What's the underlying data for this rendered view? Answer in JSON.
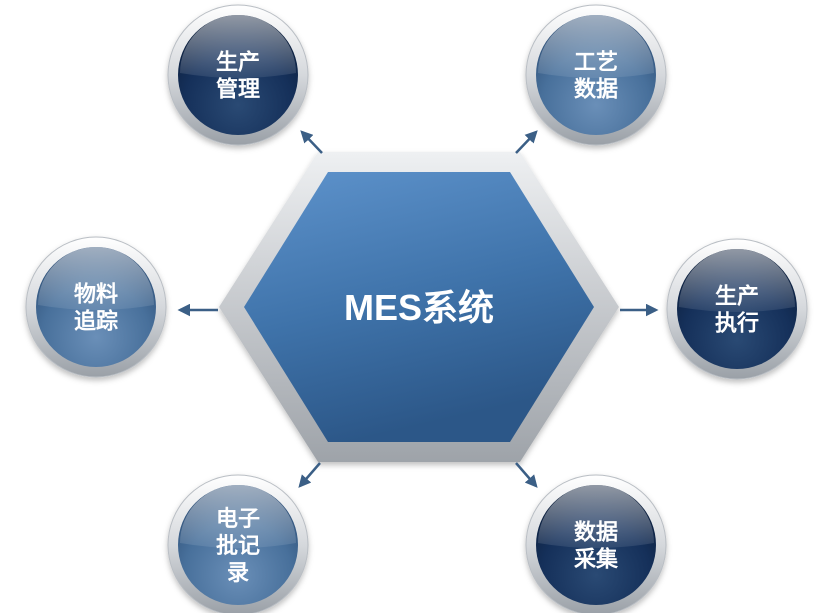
{
  "center": {
    "label": "MES系统"
  },
  "nodes": [
    {
      "id": "production-management",
      "lines": [
        "生产",
        "管理"
      ],
      "style": "dark"
    },
    {
      "id": "process-data",
      "lines": [
        "工艺",
        "数据"
      ],
      "style": "light"
    },
    {
      "id": "material-tracking",
      "lines": [
        "物料",
        "追踪"
      ],
      "style": "light"
    },
    {
      "id": "production-execution",
      "lines": [
        "生产",
        "执行"
      ],
      "style": "dark"
    },
    {
      "id": "electronic-batch-record",
      "lines": [
        "电子",
        "批记",
        "录"
      ],
      "style": "light"
    },
    {
      "id": "data-collection",
      "lines": [
        "数据",
        "采集"
      ],
      "style": "dark"
    }
  ],
  "colors": {
    "hex_fill_top": "#5b8fc8",
    "hex_fill_bottom": "#2e5c8e",
    "hex_frame": "#c9cbce",
    "arrow": "#3b5f86",
    "node_dark": "#13294a",
    "node_light": "#4b6f97"
  }
}
